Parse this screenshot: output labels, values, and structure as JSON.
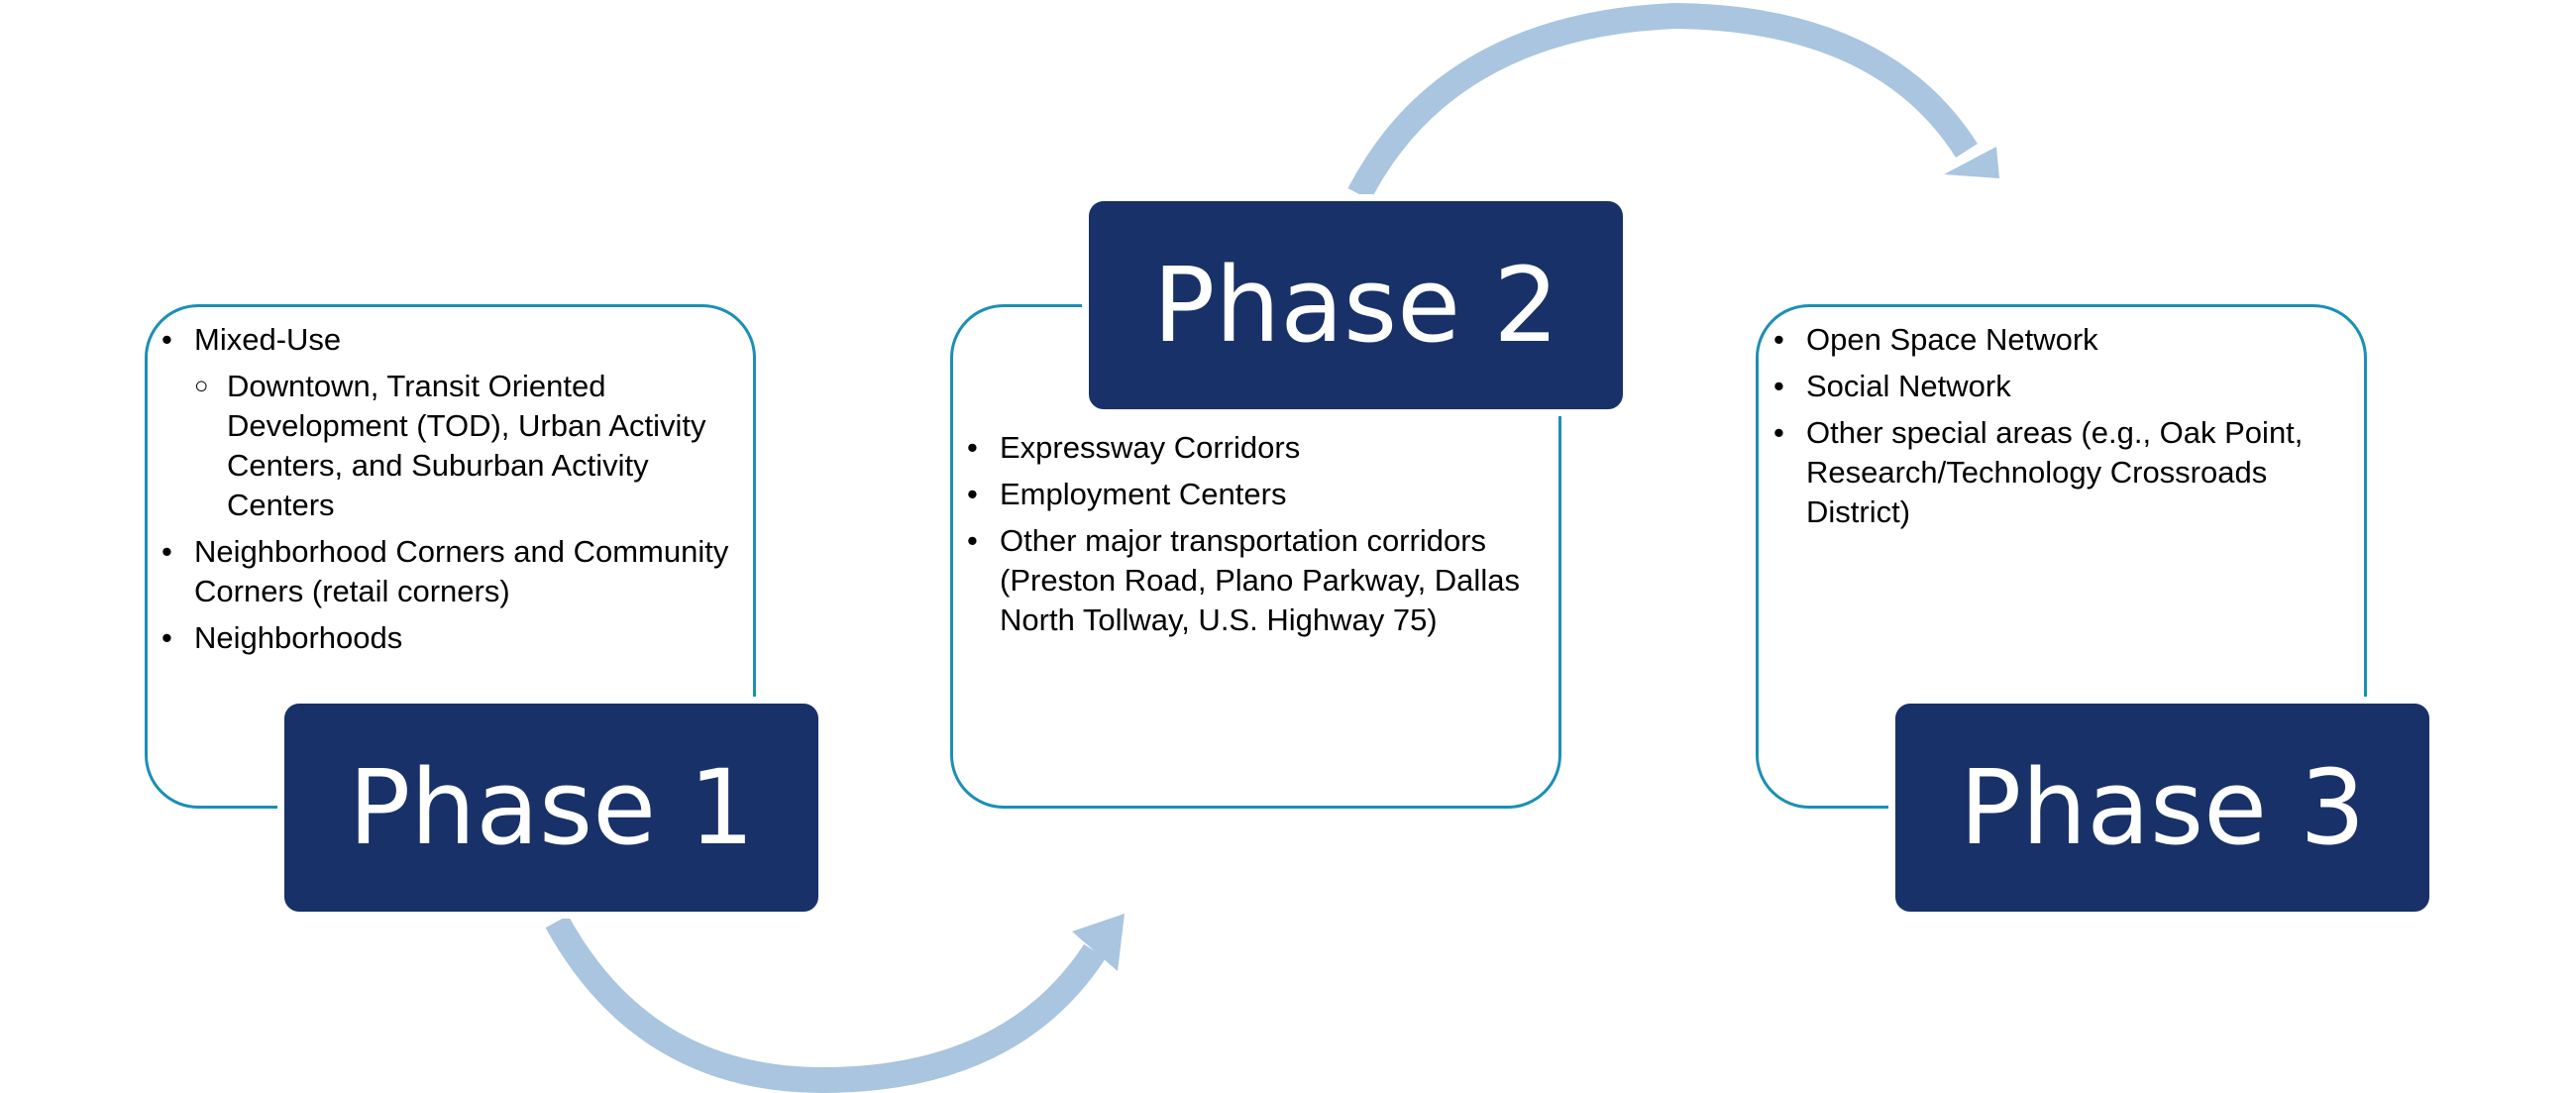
{
  "diagram": {
    "colors": {
      "phase_fill": "#183168",
      "box_border": "#1b8fb6",
      "arrow": "#a9c5df"
    },
    "phases": [
      {
        "label": "Phase 1",
        "items": [
          "Mixed-Use",
          "Downtown, Transit Oriented Development (TOD), Urban Activity Centers, and Suburban Activity Centers",
          "Neighborhood Corners and Community Corners (retail corners)",
          "Neighborhoods"
        ]
      },
      {
        "label": "Phase 2",
        "items": [
          "Expressway Corridors",
          "Employment Centers",
          "Other major transportation corridors (Preston Road, Plano Parkway, Dallas North Tollway, U.S. Highway 75)"
        ]
      },
      {
        "label": "Phase 3",
        "items": [
          "Open Space Network",
          "Social Network",
          "Other special areas (e.g., Oak Point, Research/Technology Crossroads District)"
        ]
      }
    ]
  }
}
